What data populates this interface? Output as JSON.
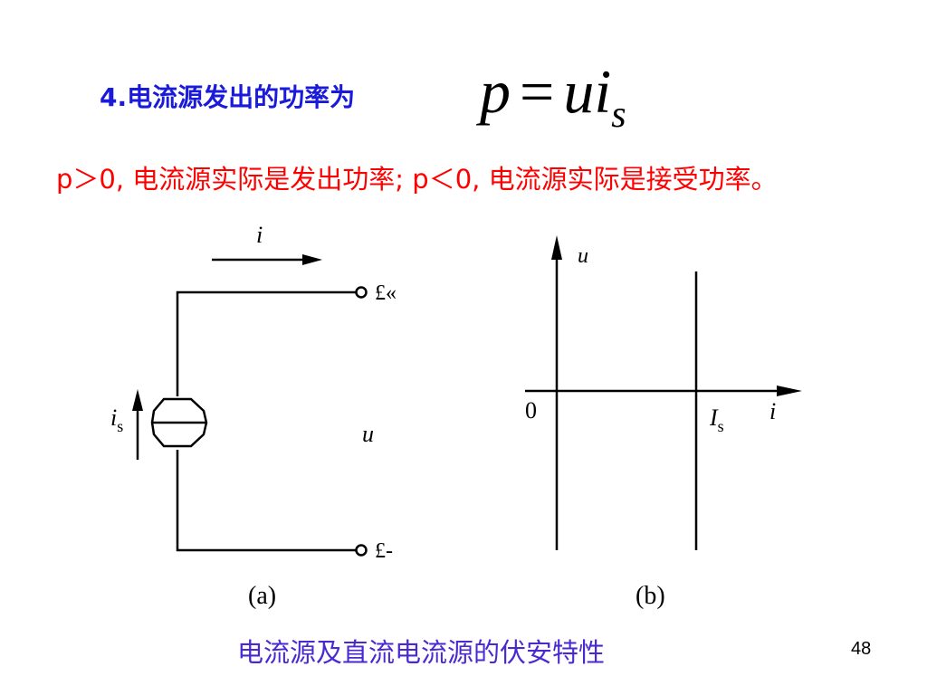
{
  "slide": {
    "heading": "4.电流源发出的功率为",
    "formula": {
      "lhs": "p",
      "eq": "=",
      "rhs_main": "ui",
      "rhs_sub": "s"
    },
    "condition": "p＞0, 电流源实际是发出功率; p＜0, 电流源实际是接受功率。",
    "caption": "电流源及直流电流源的伏安特性",
    "page_number": "48"
  },
  "colors": {
    "heading": "#1a1adb",
    "condition": "#ff0000",
    "caption": "#4a2ad0",
    "lines": "#000000"
  },
  "diagram_a": {
    "current_label": "i",
    "source_label_main": "i",
    "source_label_sub": "s",
    "terminal_top": "£«",
    "terminal_bottom": "£-",
    "voltage_label": "u",
    "panel_label": "(a)"
  },
  "diagram_b": {
    "y_axis_label": "u",
    "x_axis_label": "i",
    "origin_label": "0",
    "is_label_main": "I",
    "is_label_sub": "s",
    "panel_label": "(b)"
  }
}
